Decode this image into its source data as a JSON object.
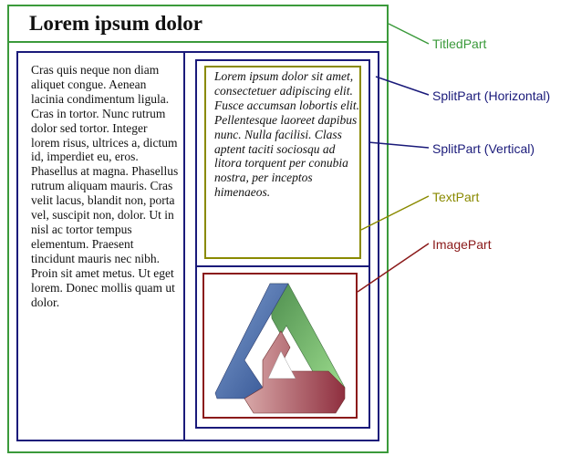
{
  "title": "Lorem ipsum dolor",
  "left_column_text": "Cras quis neque non diam aliquet congue. Aenean lacinia condimentum ligula. Cras in tortor. Nunc rutrum dolor sed tortor. Integer lorem risus, ultrices a, dictum id, imperdiet eu, eros. Phasellus at magna. Phasellus rutrum aliquam mauris. Cras velit lacus, blandit non, porta vel, suscipit non, dolor. Ut in nisl ac tortor tempus elementum. Praesent tincidunt mauris nec nibh. Proin sit amet metus. Ut eget lorem. Donec mollis quam ut dolor.",
  "right_text_part": "Lorem ipsum dolor sit amet, consectetuer adipiscing elit. Fusce accumsan lobortis elit. Pellentesque laoreet dapibus nunc. Nulla facilisi. Class aptent taciti sociosqu ad litora torquent per conubia nostra, per inceptos himenaeos.",
  "callouts": {
    "titled_part": "TitledPart",
    "split_horizontal": "SplitPart (Horizontal)",
    "split_vertical": "SplitPart (Vertical)",
    "text_part": "TextPart",
    "image_part": "ImagePart"
  },
  "colors": {
    "titled_part": "#3b9a3b",
    "split_part": "#1a1a7a",
    "text_part": "#8a8a00",
    "image_part": "#8b1a1a"
  }
}
